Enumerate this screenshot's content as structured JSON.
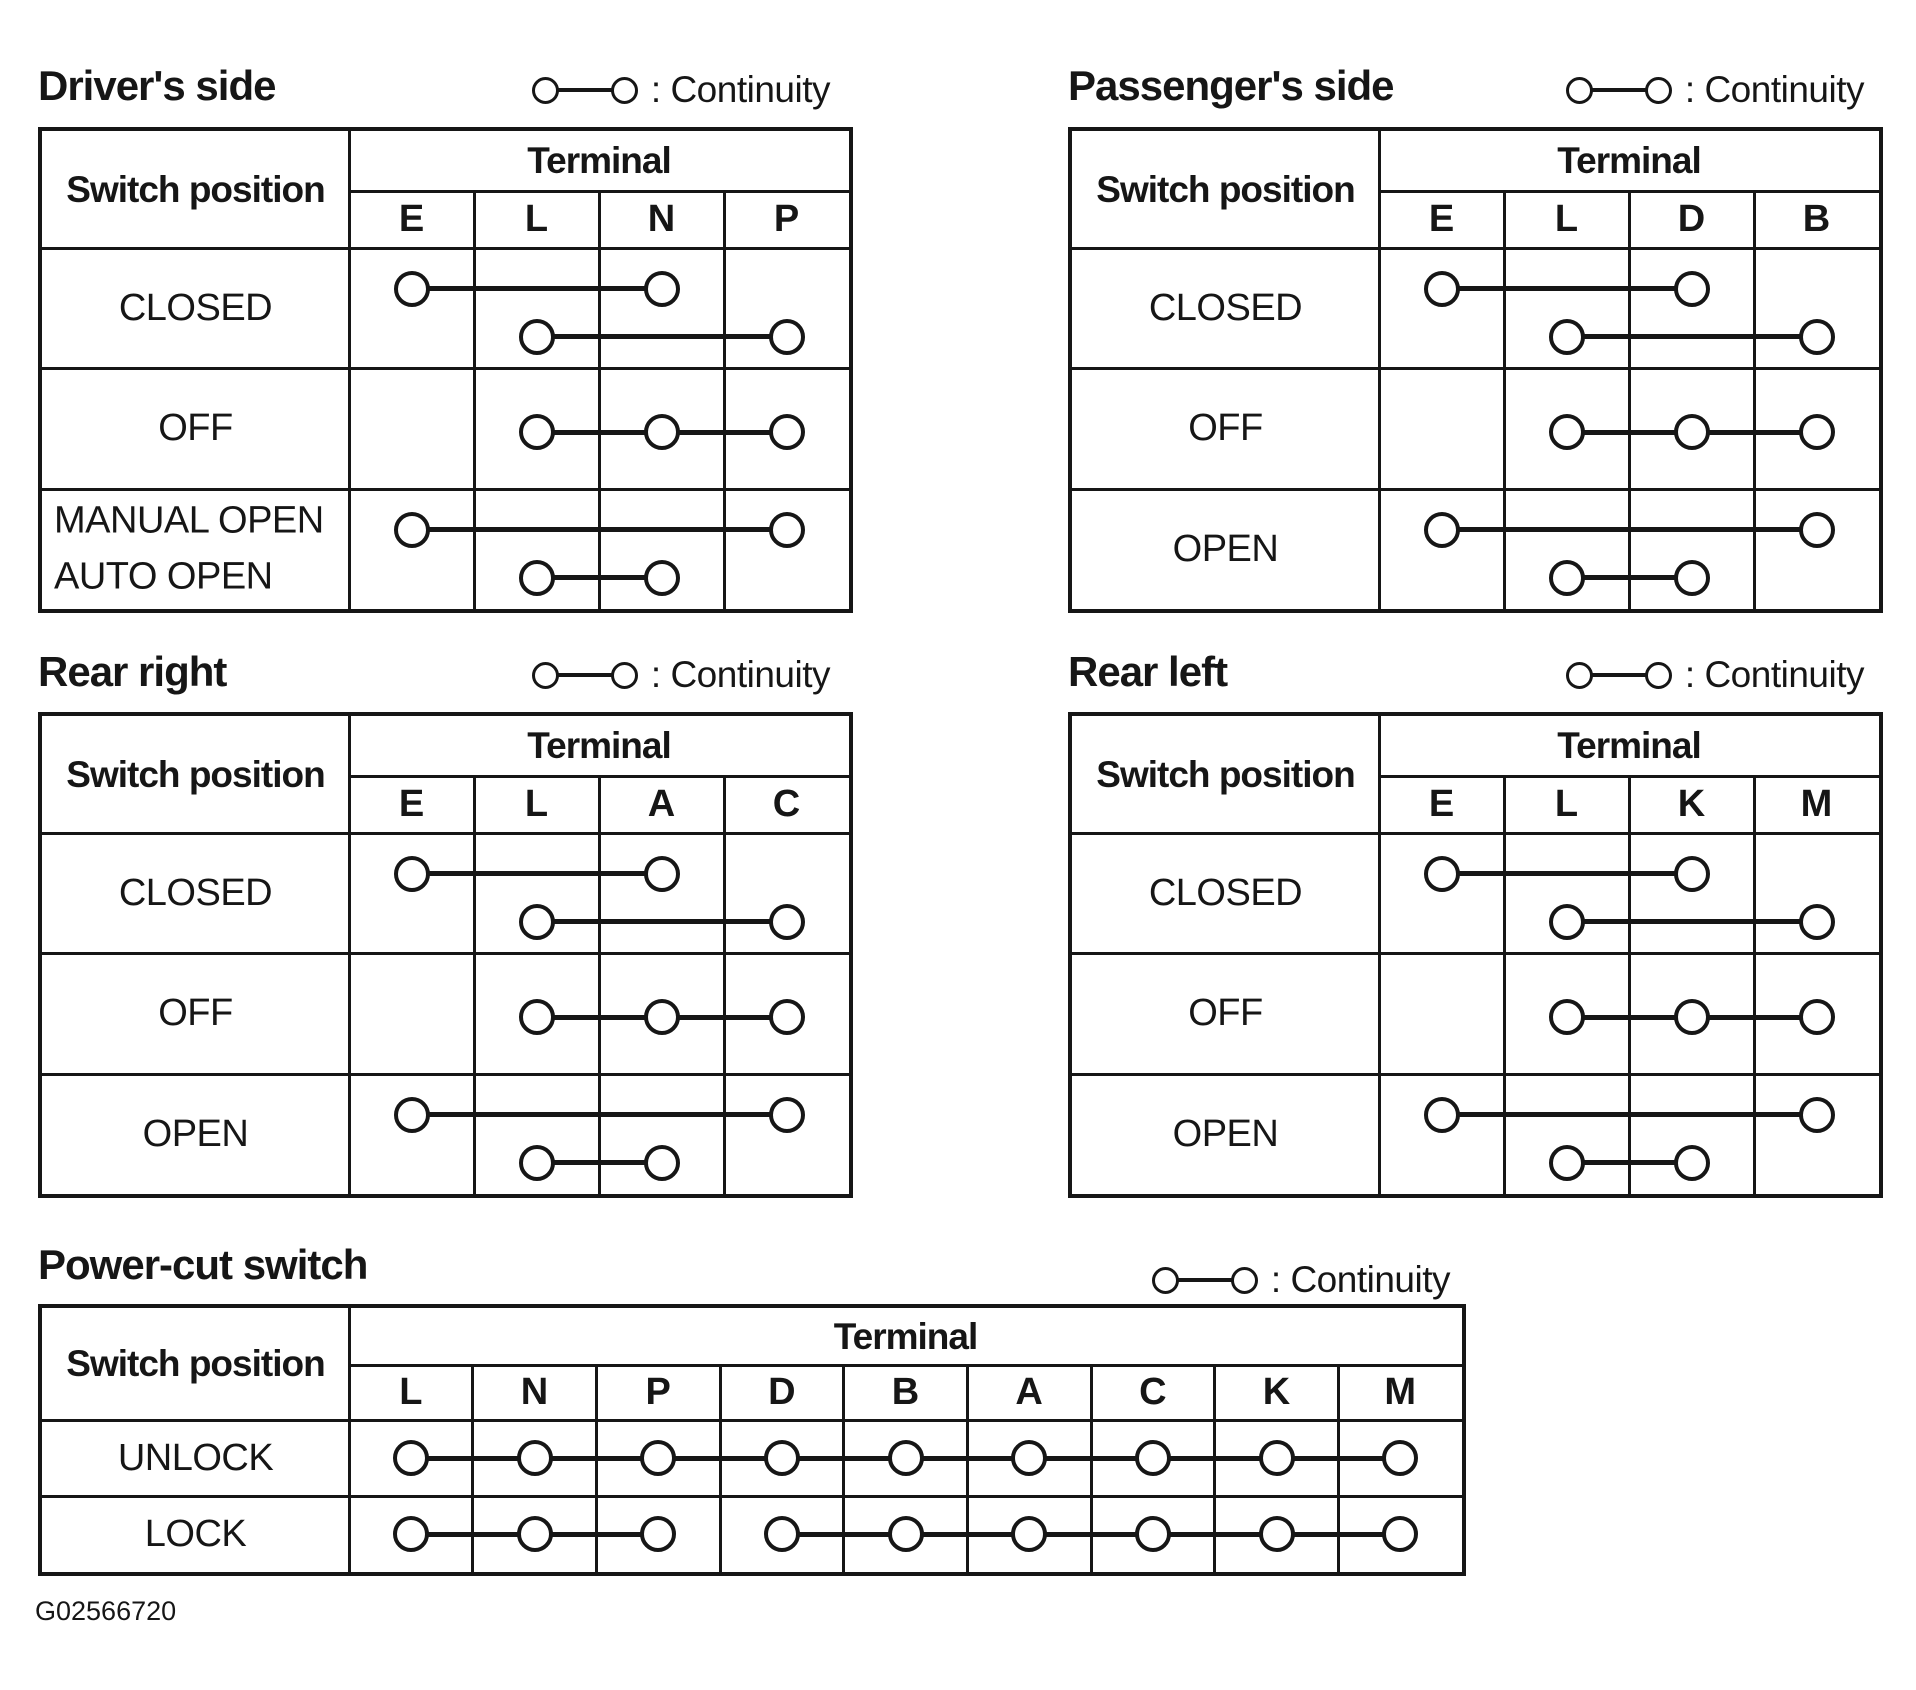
{
  "page": {
    "colors": {
      "ink": "#161616",
      "paper": "#ffffff"
    },
    "figure_id": "G02566720"
  },
  "legend": {
    "label": ": Continuity"
  },
  "tables": [
    {
      "id": "drivers-side",
      "title": "Driver's side",
      "switch_position_header": "Switch position",
      "terminal_header": "Terminal",
      "terminals": [
        "E",
        "L",
        "N",
        "P"
      ],
      "rows": [
        {
          "position": [
            "CLOSED"
          ],
          "groups": [
            [
              [
                "E",
                "N"
              ]
            ],
            [
              [
                "L",
                "P"
              ]
            ]
          ]
        },
        {
          "position": [
            "OFF"
          ],
          "groups": [
            [
              [
                "L",
                "N",
                "P"
              ]
            ]
          ]
        },
        {
          "position": [
            "MANUAL OPEN",
            "AUTO OPEN"
          ],
          "groups": [
            [
              [
                "E",
                "P"
              ]
            ],
            [
              [
                "L",
                "N"
              ]
            ]
          ]
        }
      ]
    },
    {
      "id": "passengers-side",
      "title": "Passenger's side",
      "switch_position_header": "Switch position",
      "terminal_header": "Terminal",
      "terminals": [
        "E",
        "L",
        "D",
        "B"
      ],
      "rows": [
        {
          "position": [
            "CLOSED"
          ],
          "groups": [
            [
              [
                "E",
                "D"
              ]
            ],
            [
              [
                "L",
                "B"
              ]
            ]
          ]
        },
        {
          "position": [
            "OFF"
          ],
          "groups": [
            [
              [
                "L",
                "D",
                "B"
              ]
            ]
          ]
        },
        {
          "position": [
            "OPEN"
          ],
          "groups": [
            [
              [
                "E",
                "B"
              ]
            ],
            [
              [
                "L",
                "D"
              ]
            ]
          ]
        }
      ]
    },
    {
      "id": "rear-right",
      "title": "Rear right",
      "switch_position_header": "Switch position",
      "terminal_header": "Terminal",
      "terminals": [
        "E",
        "L",
        "A",
        "C"
      ],
      "rows": [
        {
          "position": [
            "CLOSED"
          ],
          "groups": [
            [
              [
                "E",
                "A"
              ]
            ],
            [
              [
                "L",
                "C"
              ]
            ]
          ]
        },
        {
          "position": [
            "OFF"
          ],
          "groups": [
            [
              [
                "L",
                "A",
                "C"
              ]
            ]
          ]
        },
        {
          "position": [
            "OPEN"
          ],
          "groups": [
            [
              [
                "E",
                "C"
              ]
            ],
            [
              [
                "L",
                "A"
              ]
            ]
          ]
        }
      ]
    },
    {
      "id": "rear-left",
      "title": "Rear left",
      "switch_position_header": "Switch position",
      "terminal_header": "Terminal",
      "terminals": [
        "E",
        "L",
        "K",
        "M"
      ],
      "rows": [
        {
          "position": [
            "CLOSED"
          ],
          "groups": [
            [
              [
                "E",
                "K"
              ]
            ],
            [
              [
                "L",
                "M"
              ]
            ]
          ]
        },
        {
          "position": [
            "OFF"
          ],
          "groups": [
            [
              [
                "L",
                "K",
                "M"
              ]
            ]
          ]
        },
        {
          "position": [
            "OPEN"
          ],
          "groups": [
            [
              [
                "E",
                "M"
              ]
            ],
            [
              [
                "L",
                "K"
              ]
            ]
          ]
        }
      ]
    },
    {
      "id": "power-cut",
      "title": "Power-cut switch",
      "switch_position_header": "Switch position",
      "terminal_header": "Terminal",
      "terminals": [
        "L",
        "N",
        "P",
        "D",
        "B",
        "A",
        "C",
        "K",
        "M"
      ],
      "rows": [
        {
          "position": [
            "UNLOCK"
          ],
          "groups": [
            [
              [
                "L",
                "N",
                "P",
                "D",
                "B",
                "A",
                "C",
                "K",
                "M"
              ]
            ]
          ]
        },
        {
          "position": [
            "LOCK"
          ],
          "groups": [
            [
              [
                "L",
                "N",
                "P"
              ],
              [
                "D",
                "B",
                "A",
                "C",
                "K",
                "M"
              ]
            ]
          ]
        }
      ]
    }
  ]
}
